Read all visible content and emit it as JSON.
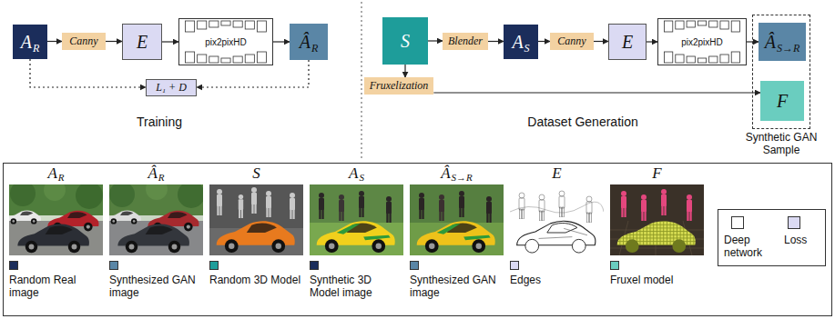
{
  "diagram": {
    "nodes": [
      {
        "text": [
          "A",
          "R"
        ]
      },
      {
        "text": [
          "Canny"
        ]
      },
      {
        "text": [
          "E"
        ]
      },
      {
        "text": [
          "pix2pixHD"
        ]
      },
      {
        "text": [
          "Â",
          "R"
        ]
      },
      {
        "text": [
          "L₁ + D"
        ]
      },
      {
        "text": [
          "S"
        ]
      },
      {
        "text": [
          "Blender"
        ]
      },
      {
        "text": [
          "A",
          "S"
        ]
      },
      {
        "text": [
          "Canny"
        ]
      },
      {
        "text": [
          "E"
        ]
      },
      {
        "text": [
          "pix2pixHD"
        ]
      },
      {
        "text": [
          "Synthetic GAN Sample"
        ]
      },
      {
        "text": [
          "Â",
          "S→R"
        ],
        "in": 12
      },
      {
        "text": [
          "Fruxelization"
        ]
      },
      {
        "text": [
          "F"
        ],
        "in": 12
      }
    ],
    "edges": [
      {
        "from": 0,
        "to": 1,
        "arrow": "to"
      },
      {
        "from": 1,
        "to": 2,
        "arrow": "to"
      },
      {
        "from": 2,
        "to": 3,
        "arrow": "to"
      },
      {
        "from": 3,
        "to": 4,
        "arrow": "to"
      },
      {
        "from": 0,
        "to": 5,
        "arrow": "to"
      },
      {
        "from": 4,
        "to": 5,
        "arrow": "to"
      },
      {
        "from": 6,
        "to": 7,
        "arrow": "to"
      },
      {
        "from": 7,
        "to": 8,
        "arrow": "to"
      },
      {
        "from": 8,
        "to": 9,
        "arrow": "to"
      },
      {
        "from": 9,
        "to": 10,
        "arrow": "to"
      },
      {
        "from": 10,
        "to": 11,
        "arrow": "to"
      },
      {
        "from": 11,
        "to": 13,
        "arrow": "to"
      },
      {
        "from": 6,
        "to": 14,
        "arrow": "to"
      },
      {
        "from": 14,
        "to": 15,
        "arrow": "to"
      }
    ],
    "labels": [
      "Training",
      "Dataset Generation",
      "A",
      "R",
      "Â",
      "R",
      "S",
      "A",
      "S",
      "Â",
      "S→R",
      "E",
      "F"
    ],
    "legend": [
      {
        "text": "Random Real image",
        "color": "#1b2d5b"
      },
      {
        "text": "Synthesized GAN image",
        "color": "#5a86a6"
      },
      {
        "text": "Random 3D Model",
        "color": "#1e9d9a"
      },
      {
        "text": "Synthetic 3D Model image",
        "color": "#1b2d5b"
      },
      {
        "text": "Synthesized GAN image",
        "color": "#5a86a6"
      },
      {
        "text": "Edges",
        "color": "#dbdaf3"
      },
      {
        "text": "Fruxel model",
        "color": "#6acdbf"
      },
      {
        "text": "Deep network",
        "color": "#ffffff"
      },
      {
        "text": "Loss",
        "color": "#dbdaf3"
      }
    ]
  }
}
